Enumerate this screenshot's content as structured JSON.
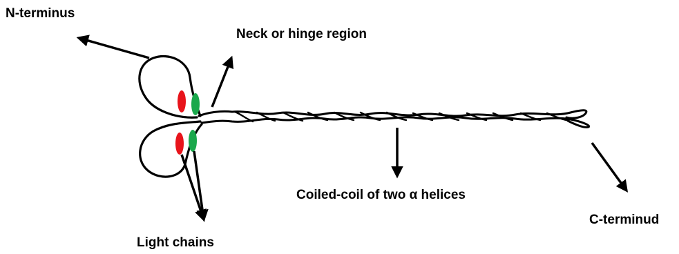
{
  "labels": {
    "n_terminus": "N-terminus",
    "neck": "Neck or hinge region",
    "coiled_coil": "Coiled-coil of two α helices",
    "c_terminus": "C-terminud",
    "light_chains": "Light chains"
  },
  "colors": {
    "line": "#000000",
    "light_chain_red": "#e8141b",
    "light_chain_green": "#1aa84c",
    "background": "#ffffff"
  }
}
